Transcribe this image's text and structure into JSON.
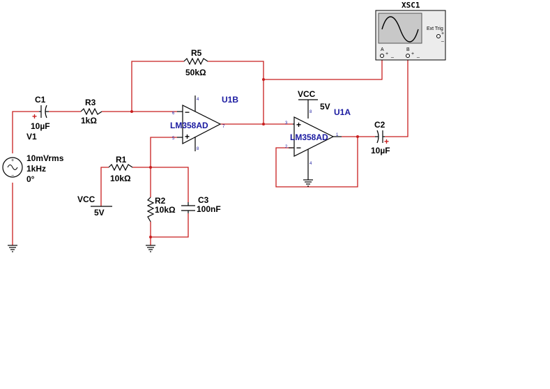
{
  "colors": {
    "wire": "#c81e1e",
    "component": "#000000",
    "ref_designator": "#1a1aa0",
    "scope_screen": "#c8c8c8",
    "scope_body": "#ececec"
  },
  "scope": {
    "ref": "XSC1",
    "ext_trig": "Ext Trig",
    "channel_a": "A",
    "channel_b": "B",
    "plus": "+",
    "minus": "_"
  },
  "r5": {
    "ref": "R5",
    "value": "50kΩ"
  },
  "c1": {
    "ref": "C1",
    "value": "10µF",
    "polarity": "+"
  },
  "r3": {
    "ref": "R3",
    "value": "1kΩ"
  },
  "v1": {
    "ref": "V1",
    "amplitude": "10mVrms",
    "frequency": "1kHz",
    "phase": "0°",
    "plus": "+",
    "minus": "−"
  },
  "u1b": {
    "ref": "U1B",
    "model": "LM358AD",
    "pin_inv": "6",
    "pin_noninv": "5",
    "pin_out": "7",
    "pin_vcc": "4",
    "pin_gnd": "8"
  },
  "u1a": {
    "ref": "U1A",
    "model": "LM358AD",
    "pin_noninv": "3",
    "pin_inv": "2",
    "pin_out": "1",
    "pin_vcc": "8",
    "pin_gnd": "4"
  },
  "vcc_top": {
    "label": "VCC",
    "value": "5V"
  },
  "vcc_left": {
    "label": "VCC",
    "value": "5V"
  },
  "r1": {
    "ref": "R1",
    "value": "10kΩ"
  },
  "r2": {
    "ref": "R2",
    "value": "10kΩ"
  },
  "c3": {
    "ref": "C3",
    "value": "100nF"
  },
  "c2": {
    "ref": "C2",
    "value": "10µF",
    "polarity": "+"
  },
  "opamp_signs": {
    "minus": "−",
    "plus": "+"
  }
}
